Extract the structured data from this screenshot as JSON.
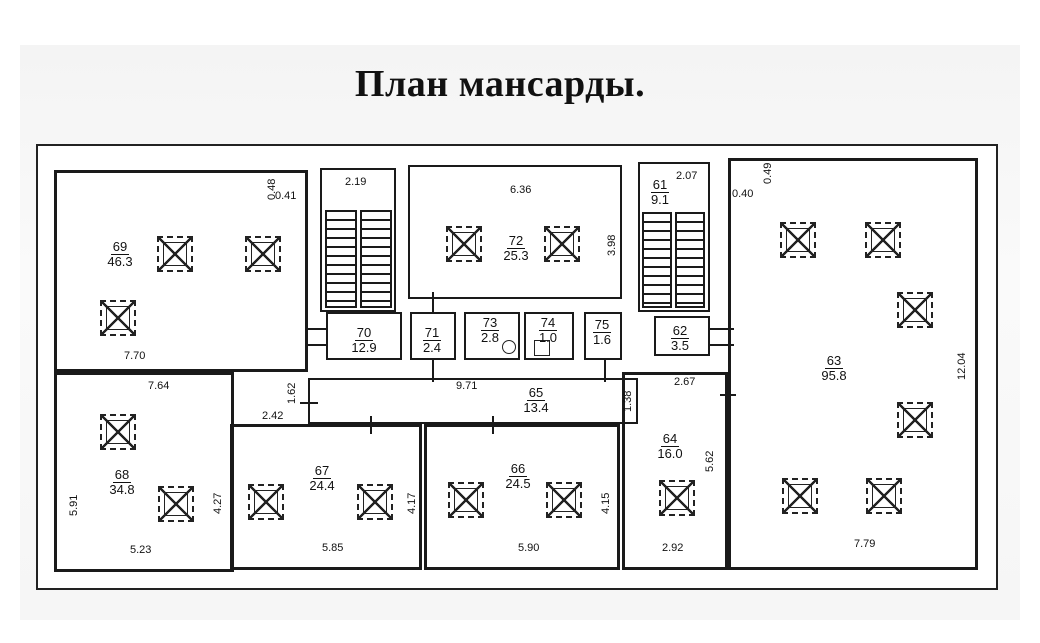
{
  "title": "План мансарды.",
  "rooms": [
    {
      "id": "69",
      "area": "46.3"
    },
    {
      "id": "70",
      "area": "12.9"
    },
    {
      "id": "71",
      "area": "2.4"
    },
    {
      "id": "72",
      "area": "25.3"
    },
    {
      "id": "73",
      "area": "2.8"
    },
    {
      "id": "74",
      "area": "1.0"
    },
    {
      "id": "75",
      "area": "1.6"
    },
    {
      "id": "61",
      "area": "9.1"
    },
    {
      "id": "62",
      "area": "3.5"
    },
    {
      "id": "63",
      "area": "95.8"
    },
    {
      "id": "65",
      "area": "13.4"
    },
    {
      "id": "68",
      "area": "34.8"
    },
    {
      "id": "67",
      "area": "24.4"
    },
    {
      "id": "66",
      "area": "24.5"
    },
    {
      "id": "64",
      "area": "16.0"
    }
  ],
  "dimensions": {
    "d_048": "0.48",
    "d_041": "0.41",
    "d_219": "2.19",
    "d_636": "6.36",
    "d_398": "3.98",
    "d_207": "2.07",
    "d_040": "0.40",
    "d_049": "0.49",
    "d_770": "7.70",
    "d_764": "7.64",
    "d_162": "1.62",
    "d_242": "2.42",
    "d_971": "9.71",
    "d_138": "1.38",
    "d_267": "2.67",
    "d_1204": "12.04",
    "d_591": "5.91",
    "d_427": "4.27",
    "d_417": "4.17",
    "d_415": "4.15",
    "d_562": "5.62",
    "d_523": "5.23",
    "d_585": "5.85",
    "d_590": "5.90",
    "d_292": "2.92",
    "d_779": "7.79"
  }
}
